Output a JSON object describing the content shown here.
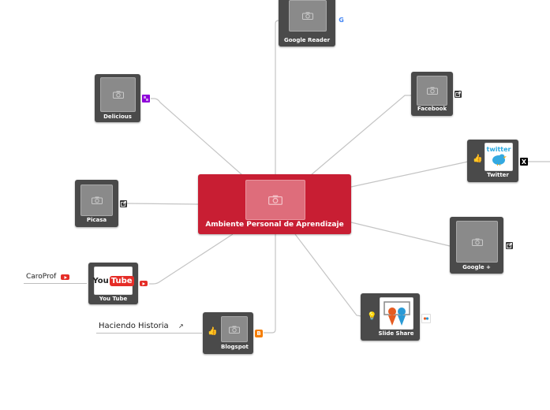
{
  "center": {
    "title": "Ambiente Personal de Aprendizaje"
  },
  "nodes": {
    "google_reader": "Google Reader",
    "delicious": "Delicious",
    "facebook": "Facebook",
    "twitter": "Twitter",
    "picasa": "Picasa",
    "google_plus": "Google +",
    "youtube": "You Tube",
    "blogspot": "Blogspot",
    "slide_share": "Slide Share"
  },
  "external": {
    "caroprof": "CaroProf",
    "haciendo_historia": "Haciendo Historia"
  },
  "logos": {
    "youtube_you": "You",
    "youtube_tube": "Tube",
    "twitter": "twitter"
  },
  "colors": {
    "center": "#c81e33",
    "node": "#4a4a4a",
    "connector": "#c4c4c4",
    "youtube": "#e52d27",
    "blogger": "#f57d00",
    "delicious": "#8e00d9",
    "twitter_x": "#000000"
  }
}
